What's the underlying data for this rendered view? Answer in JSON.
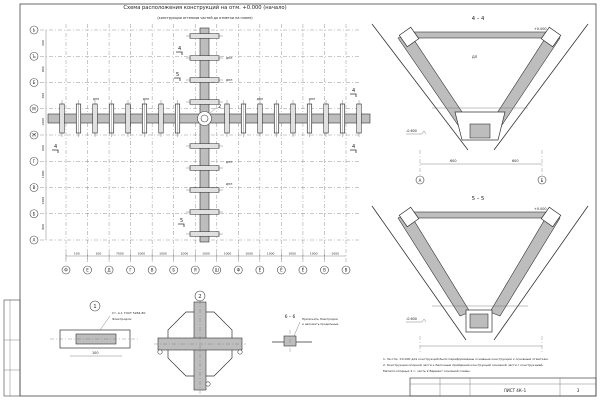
{
  "titles": {
    "plan": "Схема расположения конструкций на отм. +0.000 (начало)",
    "plan_sub": "(конструкции оттенков частей до отметки на плане)",
    "section_4": "4 – 4",
    "section_5": "5 – 5",
    "detail_1": "1",
    "detail_2": "2",
    "detail_6": "6 – 6"
  },
  "grid": {
    "rows": [
      "Ь",
      "Ъ",
      "Б",
      "М",
      "Ж",
      "Г",
      "В",
      "Б",
      "А"
    ],
    "cols": [
      "Ф",
      "Е",
      "Д",
      "Г",
      "В",
      "Б",
      "Я",
      "Ш",
      "Ф",
      "Ё",
      "Ё",
      "Ё",
      "В",
      "В"
    ],
    "bottom_dims": [
      "100",
      "100",
      "7000",
      "1000",
      "1000",
      "1000",
      "1000",
      "1000",
      "1000",
      "1000",
      "1000",
      "1000",
      "1000"
    ],
    "left_dims": [
      "400",
      "900",
      "300",
      "1000",
      "600",
      "1000",
      "1000",
      "900"
    ]
  },
  "labels": {
    "cut4": "4",
    "cut5": "5",
    "node2": "2",
    "mark_plate": "ДПЛ",
    "mark_beam": "ДЛ",
    "elev_top": "+0.000",
    "elev_mid": "-0.600",
    "elev_bot": "-0.600",
    "dim_left": "600",
    "dim_right": "600",
    "sec_mark_a": "А",
    "sec_mark_b": "Б"
  },
  "detail_labels": {
    "d1_note": "Ст. А-1 ГОСТ 5264-80",
    "d1_note2": "Электродом",
    "d1_dim": "100",
    "d6_note": "Приложить Электродом",
    "d6_note2": "и наложить продольные"
  },
  "notes": [
    "1. За отм. ±0.000 для конструкций было переформованы основные конструкции к основным отметкам.",
    "2. Конструкции опорной части к балочным прийдения конструкций основной части с конструкцией.",
    "   Металл-опорных 2 с. часть 2 Вариант основной схемы."
  ],
  "stamp": {
    "code": "ЛИСТ 4К–1",
    "sheet": "3"
  }
}
